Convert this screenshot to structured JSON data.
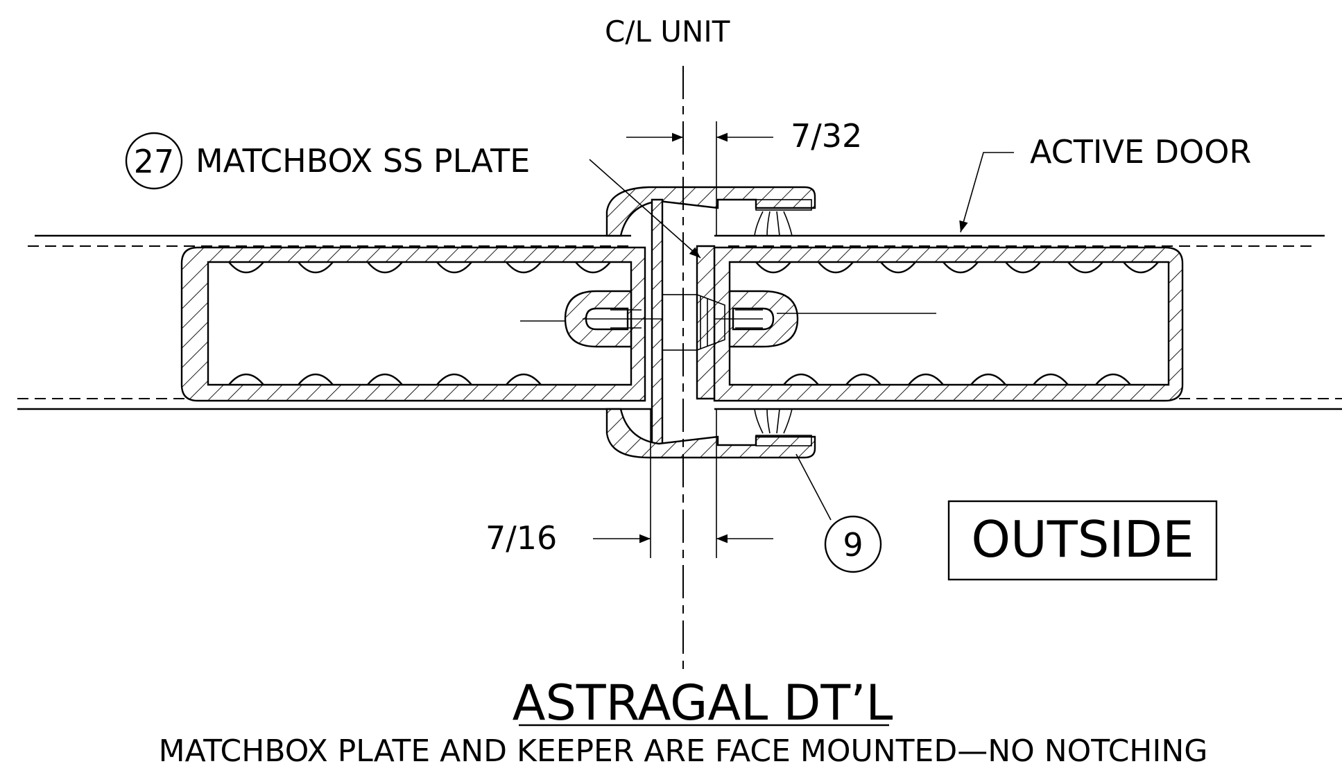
{
  "labels": {
    "centerline": "C/L UNIT",
    "dim_top": "7/32",
    "plate_callout_number": "27",
    "plate_label": "MATCHBOX SS PLATE",
    "active_door": "ACTIVE DOOR",
    "dim_bottom": "7/16",
    "seal_callout_number": "9",
    "outside": "OUTSIDE",
    "title": "ASTRAGAL DT’L",
    "subtitle": "MATCHBOX PLATE AND KEEPER ARE FACE MOUNTED—NO NOTCHING"
  }
}
